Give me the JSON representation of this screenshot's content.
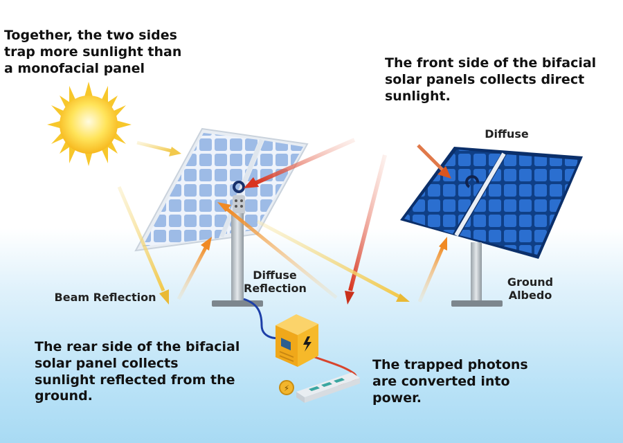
{
  "texts": {
    "together": "Together, the two sides trap more sunlight than a monofacial panel",
    "front": "The front side of the bifacial solar panels collects direct sunlight.",
    "rear": "The rear side of the bifacial solar panel collects sunlight reflected from the ground.",
    "photons": "The trapped photons are converted into power."
  },
  "labels": {
    "diffuse": "Diffuse",
    "diffuse_reflection": "Diffuse Reflection",
    "beam_reflection": "Beam Reflection",
    "ground_albedo": "Ground Albedo"
  },
  "colors": {
    "panel_blue": "#1f5fb8",
    "panel_light": "#a9c6ec",
    "sun": "#ffd23a",
    "arrow_red": "#d9341e",
    "arrow_orange": "#f08a24",
    "arrow_yellow": "#f2d27a",
    "inverter": "#f6b21f"
  },
  "icons": [
    "sun-icon",
    "inverter-icon",
    "power-strip-icon",
    "plug-icon"
  ]
}
